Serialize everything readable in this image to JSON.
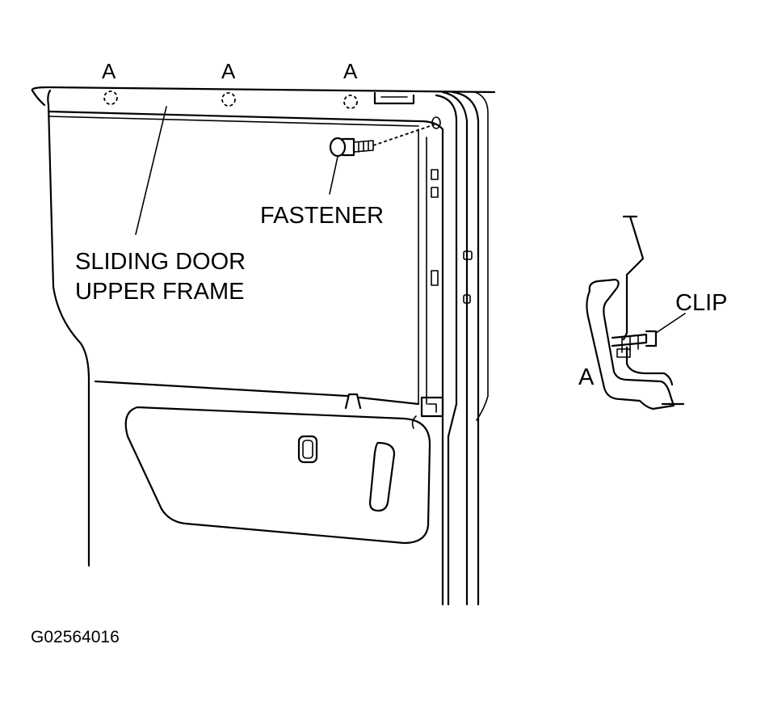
{
  "labels": {
    "point_a": "A",
    "fastener": "FASTENER",
    "upper_frame_line1": "SLIDING DOOR",
    "upper_frame_line2": "UPPER FRAME",
    "clip": "CLIP",
    "detail_a": "A",
    "figure_code": "G02564016"
  },
  "colors": {
    "ink": "#000000",
    "paper": "#ffffff"
  }
}
